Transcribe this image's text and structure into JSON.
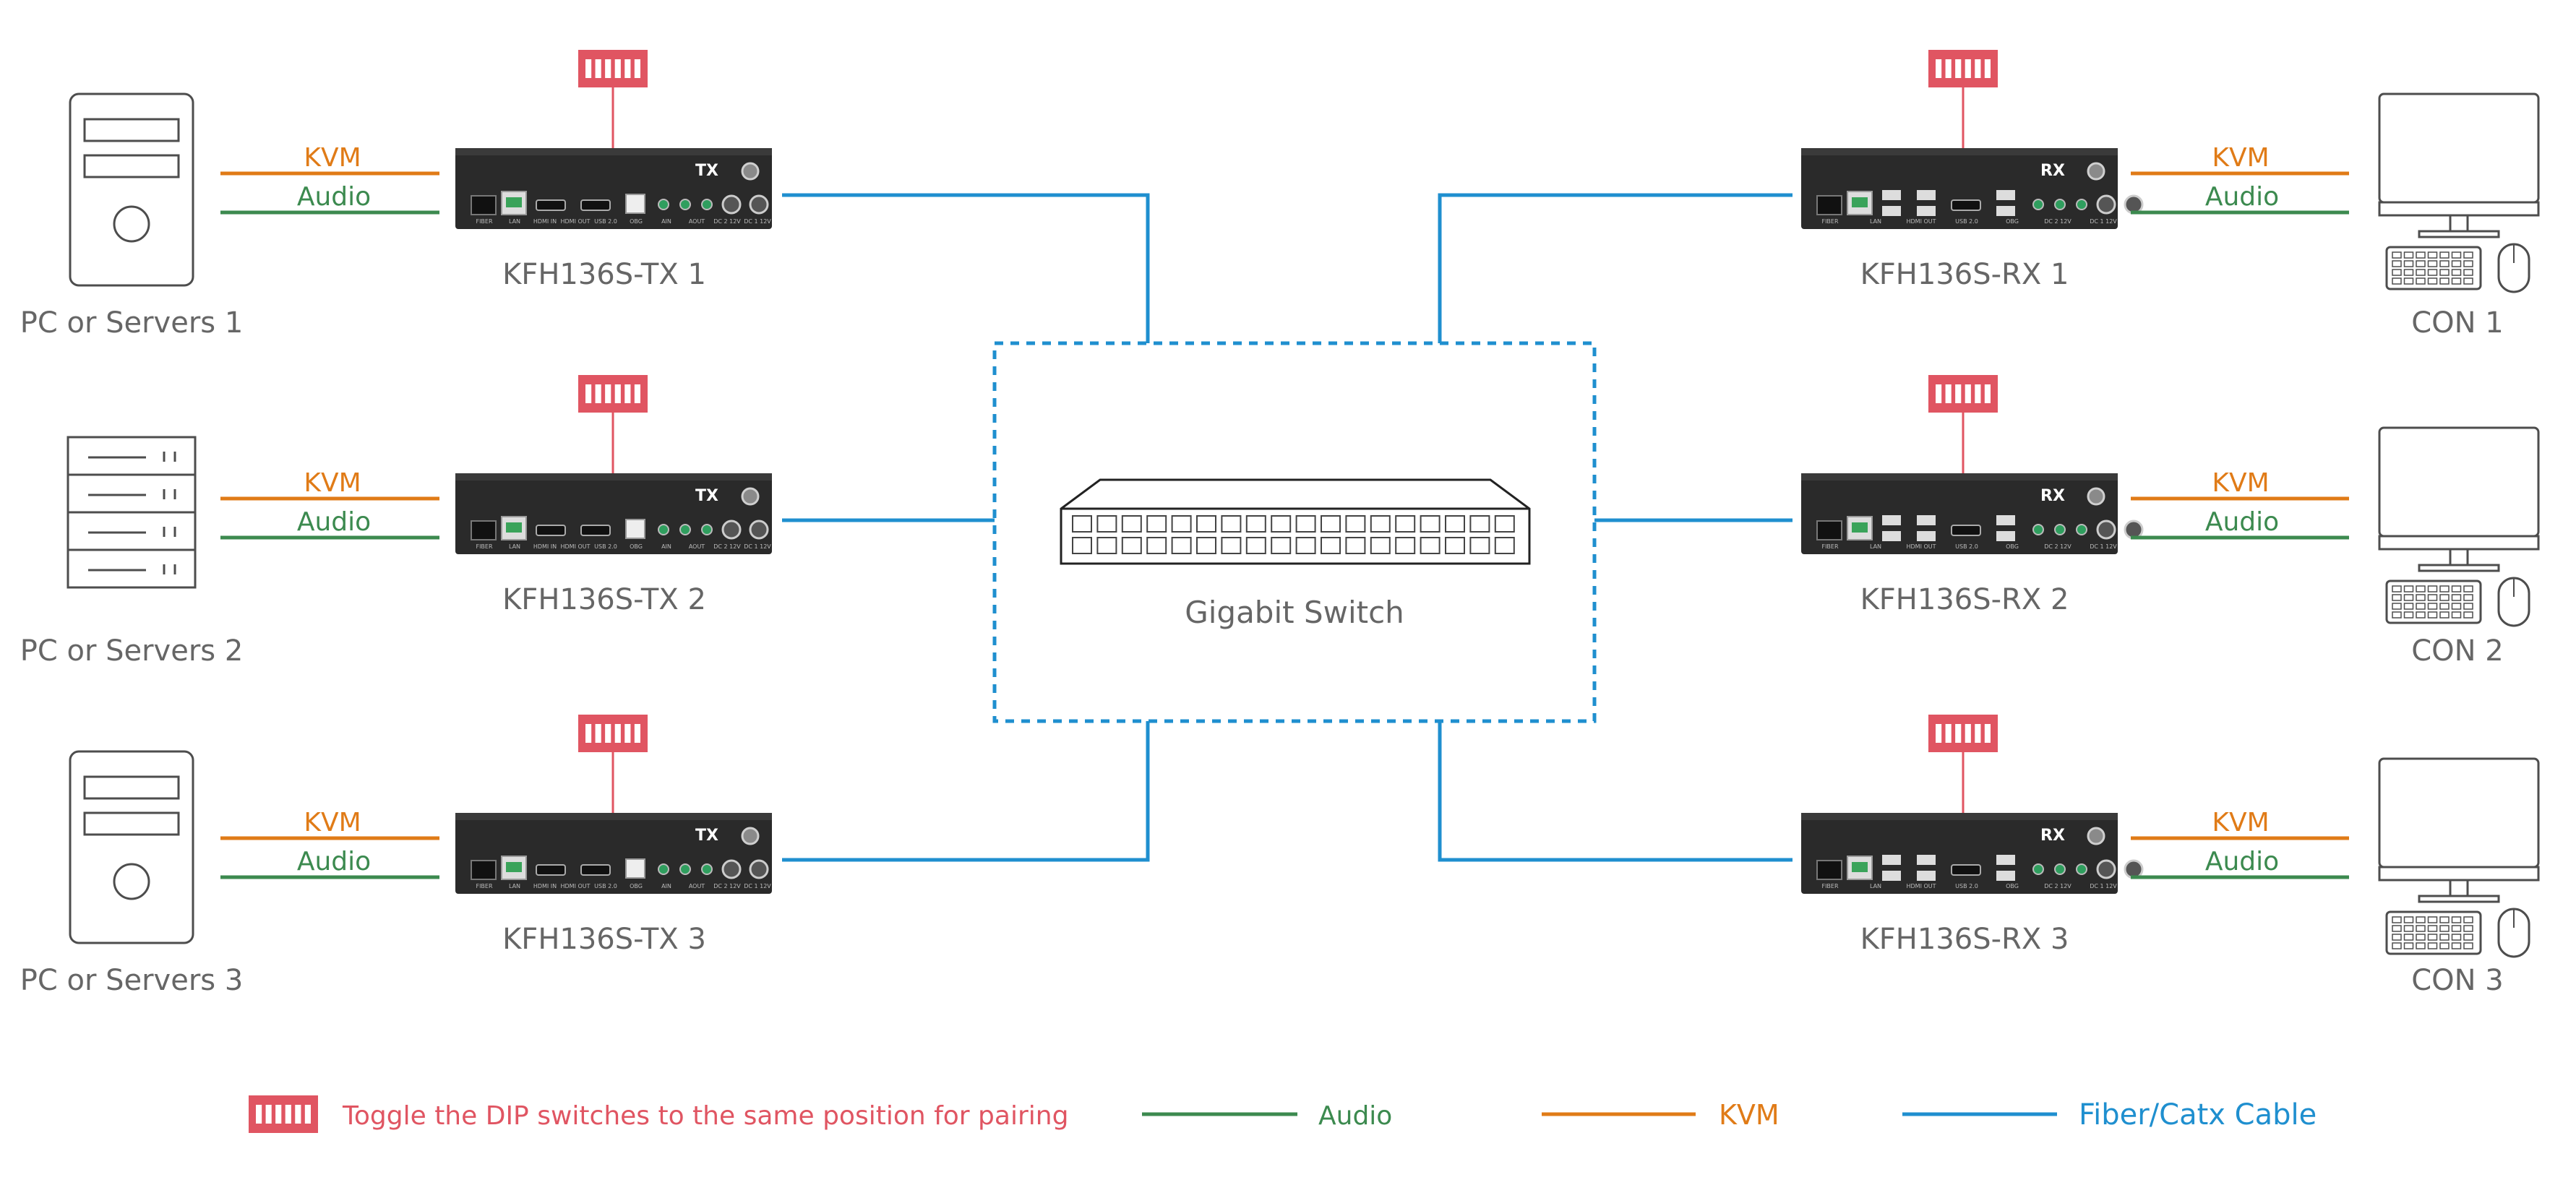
{
  "transmitters": [
    {
      "name": "KFH136S-TX 1",
      "tag": "TX",
      "source": "PC or Servers 1",
      "source_type": "tower-pc-icon"
    },
    {
      "name": "KFH136S-TX 2",
      "tag": "TX",
      "source": "PC or Servers 2",
      "source_type": "rack-server-icon"
    },
    {
      "name": "KFH136S-TX 3",
      "tag": "TX",
      "source": "PC or Servers 3",
      "source_type": "tower-pc-icon"
    }
  ],
  "receivers": [
    {
      "name": "KFH136S-RX 1",
      "tag": "RX",
      "console": "CON 1"
    },
    {
      "name": "KFH136S-RX 2",
      "tag": "RX",
      "console": "CON 2"
    },
    {
      "name": "KFH136S-RX 3",
      "tag": "RX",
      "console": "CON 3"
    }
  ],
  "links": {
    "kvm": "KVM",
    "audio": "Audio"
  },
  "switch": {
    "label": "Gigabit Switch"
  },
  "tx_ports": [
    "FIBER",
    "LAN",
    "HDMI IN",
    "HDMI OUT",
    "USB 2.0",
    "OBG",
    "AIN",
    "AOUT",
    "DC 2 12V",
    "DC 1 12V"
  ],
  "rx_ports": [
    "FIBER",
    "LAN",
    "HDMI OUT",
    "USB 2.0",
    "OBG",
    "DC 2 12V",
    "DC 1 12V"
  ],
  "legend": {
    "dip": "Toggle the DIP switches to the same position for pairing",
    "audio": "Audio",
    "kvm": "KVM",
    "cable": "Fiber/Catx Cable"
  },
  "colors": {
    "kvm": "#e07b17",
    "audio": "#3c8a4f",
    "cable": "#1f8fcf",
    "dip": "#e05562",
    "device": "#2a2a2a",
    "label": "#666666",
    "outline": "#4d4d4d"
  }
}
